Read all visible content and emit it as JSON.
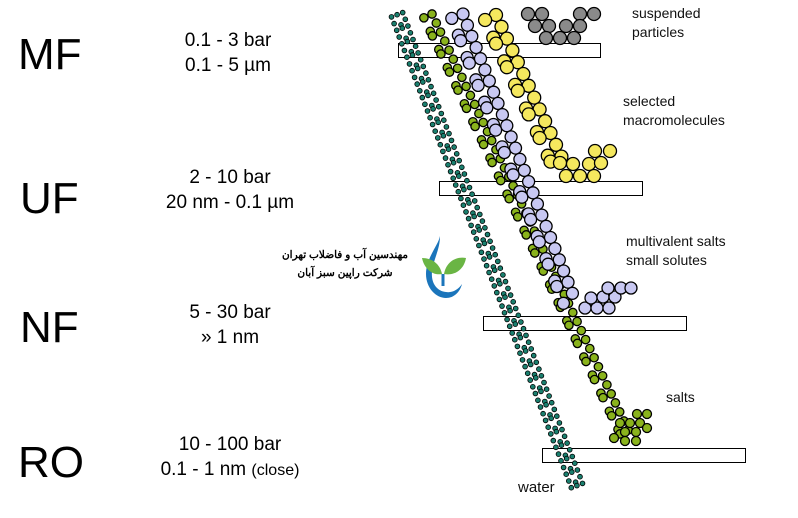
{
  "processes": [
    {
      "name": "MF",
      "pressure": "0.1 - 3 bar",
      "pore": "0.1 - 5 µm",
      "retained": [
        "suspended",
        "particles"
      ]
    },
    {
      "name": "UF",
      "pressure": "2 - 10 bar",
      "pore": "20 nm - 0.1 µm",
      "retained": [
        "selected",
        "macromolecules"
      ]
    },
    {
      "name": "NF",
      "pressure": "5 - 30 bar",
      "pore": "» 1 nm",
      "retained": [
        "multivalent salts",
        "small solutes"
      ]
    },
    {
      "name": "RO",
      "pressure": "10 - 100 bar",
      "pore": "0.1 - 1 nm",
      "pore_note": "(close)",
      "retained": [
        "salts"
      ]
    }
  ],
  "permeate_label": "water",
  "logo": {
    "line1": "مهندسین آب و فاضلاب تهران",
    "line2": "شرکت راپین سبز آبان"
  },
  "colors": {
    "water": "#1a7f6e",
    "salts": "#8ab31c",
    "multivalent": "#c8c8f2",
    "macromolecules": "#f5e85e",
    "suspended": "#8a8a8a",
    "logo_blue": "#1b75bb",
    "logo_green": "#6ab544"
  }
}
